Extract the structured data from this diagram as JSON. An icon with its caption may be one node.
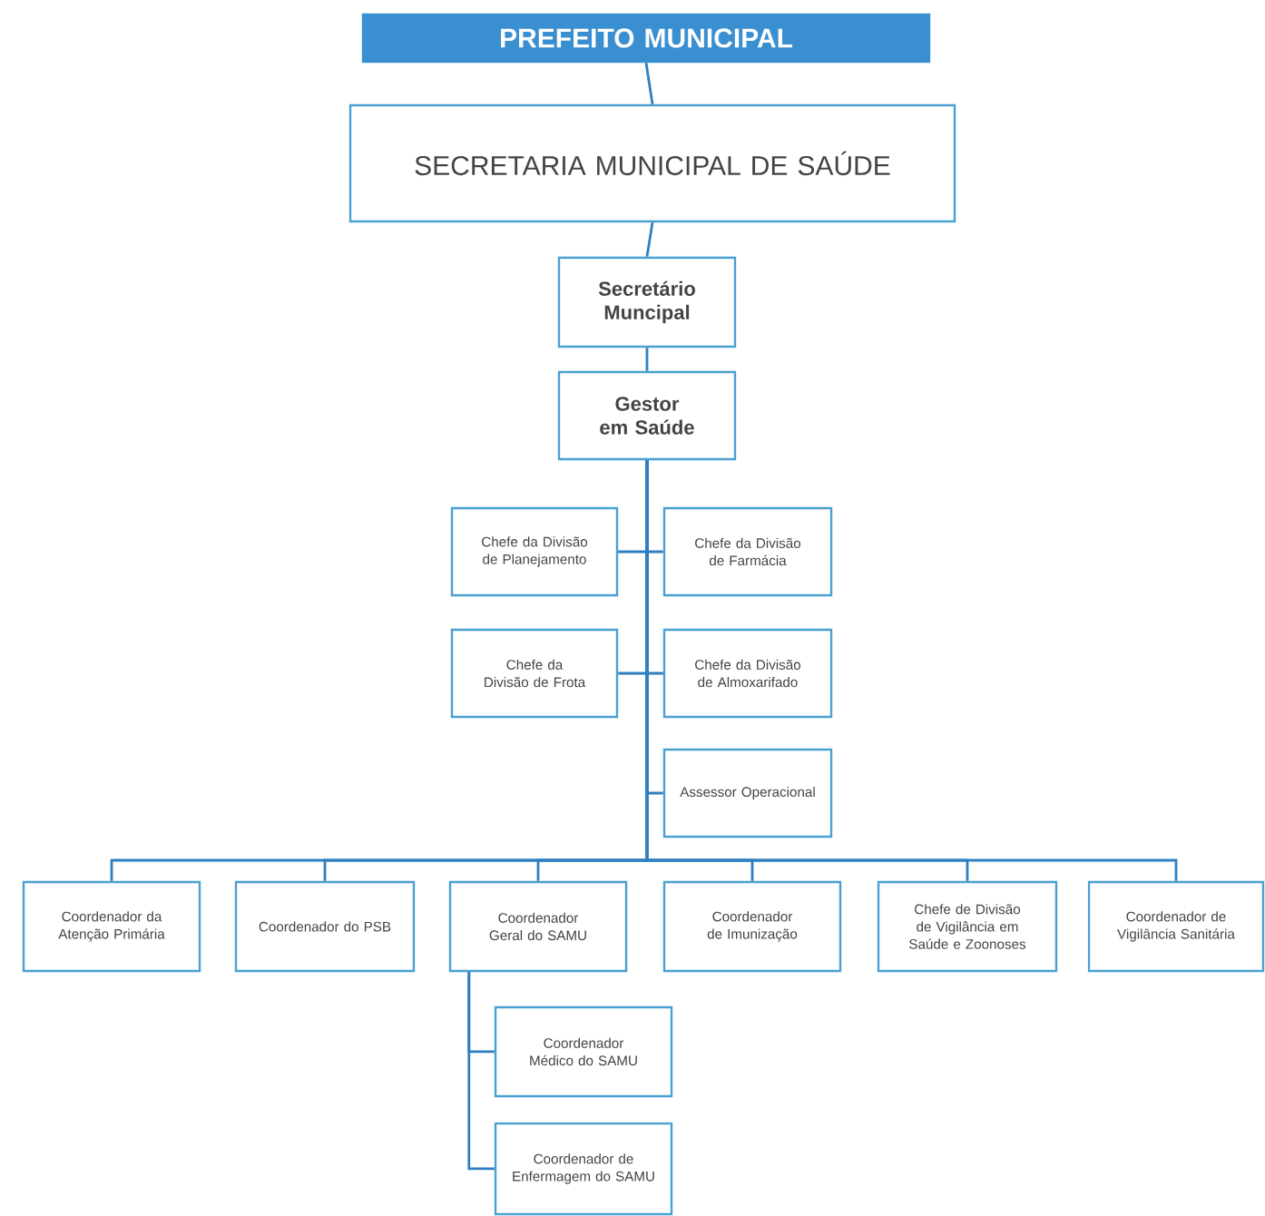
{
  "diagram": {
    "nodes": [
      {
        "text": [
          "PREFEITO MUNICIPAL"
        ]
      },
      {
        "text": [
          "SECRETARIA MUNICIPAL DE SAÚDE"
        ]
      },
      {
        "text": [
          "Secretário Muncipal"
        ]
      },
      {
        "text": [
          "Gestor em Saúde"
        ]
      },
      {
        "text": [
          "Chefe da Divisão de Planejamento"
        ]
      },
      {
        "text": [
          "Chefe da Divisão de Farmácia"
        ]
      },
      {
        "text": [
          "Chefe da Divisão de Frota"
        ]
      },
      {
        "text": [
          "Chefe da Divisão de Almoxarifado"
        ]
      },
      {
        "text": [
          "Assessor Operacional"
        ]
      },
      {
        "text": [
          "Coordenador da Atenção Primária"
        ]
      },
      {
        "text": [
          "Coordenador do PSB"
        ]
      },
      {
        "text": [
          "Coordenador Geral do SAMU"
        ]
      },
      {
        "text": [
          "Coordenador de Imunização"
        ]
      },
      {
        "text": [
          "Chefe de Divisão de Vigilância em Saúde e Zoonoses"
        ]
      },
      {
        "text": [
          "Coordenador de Vigilância Sanitária"
        ]
      },
      {
        "text": [
          "Coordenador Médico do SAMU"
        ]
      },
      {
        "text": [
          "Coordenador de Enfermagem do SAMU"
        ]
      }
    ],
    "edges": [
      {
        "from": 0,
        "to": 1,
        "arrow": "none"
      },
      {
        "from": 1,
        "to": 2,
        "arrow": "none"
      },
      {
        "from": 2,
        "to": 3,
        "arrow": "none"
      },
      {
        "from": 3,
        "to": 4,
        "arrow": "none"
      },
      {
        "from": 3,
        "to": 5,
        "arrow": "none"
      },
      {
        "from": 3,
        "to": 6,
        "arrow": "none"
      },
      {
        "from": 3,
        "to": 7,
        "arrow": "none"
      },
      {
        "from": 3,
        "to": 8,
        "arrow": "none"
      },
      {
        "from": 3,
        "to": 9,
        "arrow": "none"
      },
      {
        "from": 3,
        "to": 10,
        "arrow": "none"
      },
      {
        "from": 3,
        "to": 11,
        "arrow": "none"
      },
      {
        "from": 3,
        "to": 12,
        "arrow": "none"
      },
      {
        "from": 3,
        "to": 13,
        "arrow": "none"
      },
      {
        "from": 3,
        "to": 14,
        "arrow": "none"
      },
      {
        "from": 11,
        "to": 15,
        "arrow": "none"
      },
      {
        "from": 11,
        "to": 16,
        "arrow": "none"
      }
    ]
  }
}
